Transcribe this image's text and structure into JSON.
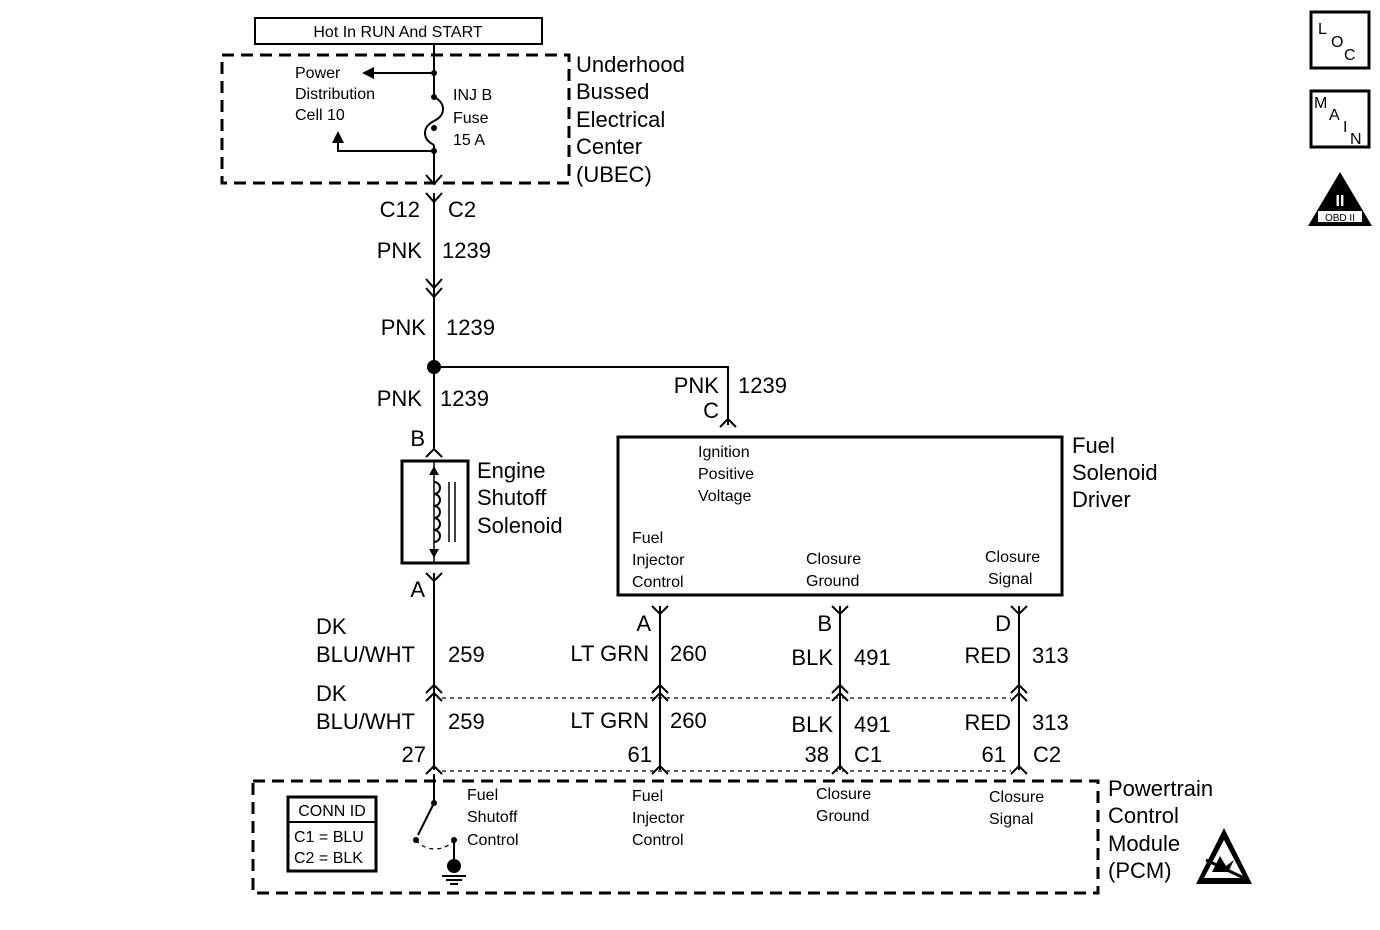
{
  "power_label": "Hot In RUN And START",
  "ubec": {
    "title": [
      "Underhood",
      "Bussed",
      "Electrical",
      "Center",
      "(UBEC)"
    ],
    "power_distribution": [
      "Power",
      "Distribution",
      "Cell 10"
    ],
    "fuse": [
      "INJ B",
      "Fuse",
      "15 A"
    ]
  },
  "connector_c12": "C12",
  "connector_c2": "C2",
  "pnk": "PNK",
  "circuit_1239": "1239",
  "pin_b": "B",
  "pin_a": "A",
  "pin_c": "C",
  "pin_d": "D",
  "engine_shutoff": [
    "Engine",
    "Shutoff",
    "Solenoid"
  ],
  "fsd": {
    "title": [
      "Fuel",
      "Solenoid",
      "Driver"
    ],
    "ignition": [
      "Ignition",
      "Positive",
      "Voltage"
    ],
    "injector": [
      "Fuel",
      "Injector",
      "Control"
    ],
    "closure_ground": [
      "Closure",
      "Ground"
    ],
    "closure_signal": [
      "Closure",
      "Signal"
    ]
  },
  "wires": {
    "dk": "DK",
    "blu_wht": "BLU/WHT",
    "c259": "259",
    "lt_grn": "LT GRN",
    "c260": "260",
    "blk": "BLK",
    "c491": "491",
    "red": "RED",
    "c313": "313"
  },
  "pcm_pins": {
    "p27": "27",
    "p61a": "61",
    "p38": "38",
    "c1": "C1",
    "p61b": "61",
    "c2": "C2"
  },
  "pcm": {
    "title": [
      "Powertrain",
      "Control",
      "Module",
      "(PCM)"
    ],
    "fuel_shutoff": [
      "Fuel",
      "Shutoff",
      "Control"
    ],
    "injector": [
      "Fuel",
      "Injector",
      "Control"
    ],
    "closure_ground": [
      "Closure",
      "Ground"
    ],
    "closure_signal": [
      "Closure",
      "Signal"
    ]
  },
  "conn_id": {
    "title": "CONN ID",
    "c1": "C1 = BLU",
    "c2": "C2 = BLK"
  },
  "side_icons": {
    "loc": {
      "l": "L",
      "o": "O",
      "c": "C"
    },
    "main": {
      "m": "M",
      "a": "A",
      "i": "I",
      "n": "N"
    },
    "obd": {
      "numeral": "II",
      "label": "OBD II"
    }
  },
  "icons": [
    "fuse-icon",
    "solenoid-coil-icon",
    "ground-icon",
    "esd-warning-icon",
    "splice-icon"
  ]
}
